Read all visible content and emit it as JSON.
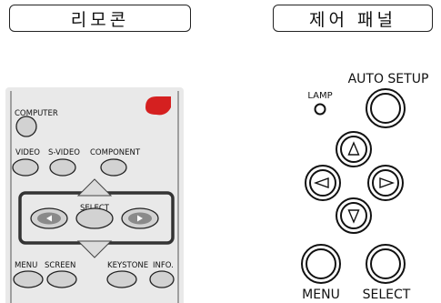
{
  "tabs": {
    "remote": "리모콘",
    "panel": "제어 패널"
  },
  "remote": {
    "computer": "COMPUTER",
    "video": "VIDEO",
    "svideo": "S-VIDEO",
    "component": "COMPONENT",
    "select": "SELECT",
    "menu": "MENU",
    "screen": "SCREEN",
    "keystone": "KEYSTONE",
    "info": "INFO."
  },
  "panel": {
    "lamp": "LAMP",
    "auto_setup": "AUTO SETUP",
    "menu": "MENU",
    "select": "SELECT"
  },
  "colors": {
    "remote_body": "#e8e8e8",
    "button_gray": "#cfcfcf",
    "accent_red": "#d52020"
  }
}
